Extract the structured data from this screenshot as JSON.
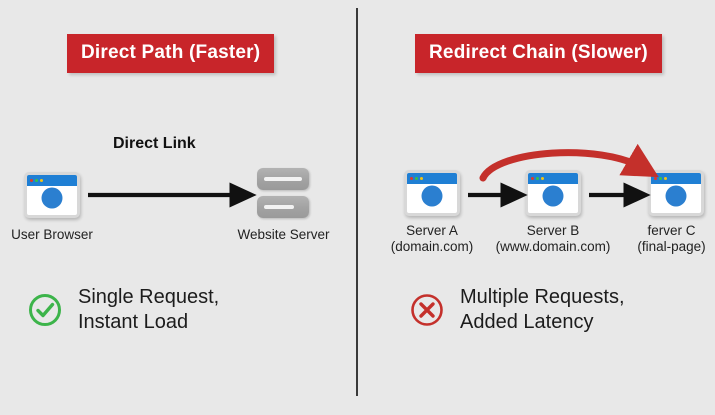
{
  "colors": {
    "background": "#e8e8e8",
    "banner_red": "#c8252a",
    "divider": "#3a3a3a",
    "success_green": "#3cb44a",
    "error_red": "#c4302b",
    "arrow_black": "#111111",
    "redirect_arrow_red": "#c4302b",
    "browser_blue": "#2b7fd0",
    "server_gray": "#a2a2a2"
  },
  "left_panel": {
    "banner": "Direct Path (Faster)",
    "flow_label": "Direct Link",
    "source_node": {
      "icon": "browser-window-icon",
      "label": "User Browser"
    },
    "target_node": {
      "icon": "server-stack-icon",
      "label": "Website Server"
    },
    "arrow": {
      "style": "straight",
      "color": "#111111",
      "direction": "left-to-right"
    },
    "outcome": {
      "icon": "check-circle-icon",
      "icon_color": "#3cb44a",
      "line1": "Single Request,",
      "line2": "Instant Load",
      "text": "Single Request,\nInstant Load"
    }
  },
  "right_panel": {
    "banner": "Redirect Chain (Slower)",
    "nodes": [
      {
        "icon": "browser-window-icon",
        "label": "Server A",
        "sublabel": "(domain.com)"
      },
      {
        "icon": "browser-window-icon",
        "label": "Server B",
        "sublabel": "(www.domain.com)"
      },
      {
        "icon": "browser-window-icon",
        "label": "ferver C",
        "sublabel": "(final-page)"
      }
    ],
    "arrows": [
      {
        "style": "straight",
        "color": "#111111",
        "from": "Server A",
        "to": "Server B"
      },
      {
        "style": "straight",
        "color": "#111111",
        "from": "Server B",
        "to": "ferver C"
      },
      {
        "style": "curved-overhead",
        "color": "#c4302b",
        "from": "Server A",
        "to": "ferver C"
      }
    ],
    "outcome": {
      "icon": "x-circle-icon",
      "icon_color": "#c4302b",
      "line1": "Multiple Requests,",
      "line2": "Added Latency",
      "text": "Multiple Requests,\nAdded Latency"
    }
  }
}
